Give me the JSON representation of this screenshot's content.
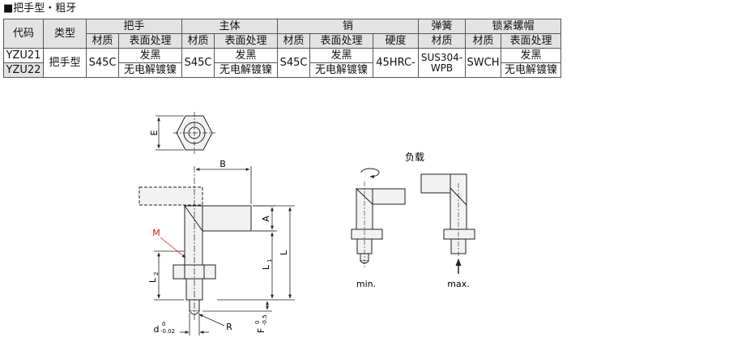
{
  "heading": "■把手型・粗牙",
  "table": {
    "group_headers": {
      "code": "代码",
      "type": "类型",
      "handle": "把手",
      "body": "主体",
      "pin": "销",
      "spring": "弹簧",
      "locknut": "锁紧螺帽"
    },
    "sub_headers": {
      "handle_material": "材质",
      "handle_surface": "表面处理",
      "body_material": "材质",
      "body_surface": "表面处理",
      "pin_material": "材质",
      "pin_surface": "表面处理",
      "pin_hardness": "硬度",
      "spring_material": "材质",
      "locknut_material": "材质",
      "locknut_surface": "表面处理"
    },
    "codes": [
      "YZU21",
      "YZU22"
    ],
    "type_value": "把手型",
    "handle_material": "S45C",
    "handle_surface": [
      "发黑",
      "无电解镀镍"
    ],
    "body_material": "S45C",
    "body_surface": [
      "发黑",
      "无电解镀镍"
    ],
    "pin_material": "S45C",
    "pin_surface": [
      "发黑",
      "无电解镀镍"
    ],
    "pin_hardness": "45HRC-",
    "spring_material": [
      "SUS304-",
      "WPB"
    ],
    "locknut_material": "SWCH",
    "locknut_surface": [
      "发黑",
      "无电解镀镍"
    ]
  },
  "drawing": {
    "dimension_labels": {
      "E": "E",
      "B": "B",
      "A": "A",
      "M": "M",
      "L": "L",
      "L1": "L",
      "L1_sub": "1",
      "L2": "L",
      "L2_sub": "2",
      "d": "d",
      "d_tol_upper": "0",
      "d_tol_lower": "-0.02",
      "R": "R",
      "F": "F",
      "F_tol_upper": "0",
      "F_tol_lower": "-0.5"
    },
    "load_title": "负载",
    "min_label": "min.",
    "max_label": "max.",
    "colors": {
      "line": "#222222",
      "part_fill": "#f2f2f2",
      "center_line": "#333333",
      "accent_red": "#d21d1d",
      "table_gray": "#e3e3e3"
    }
  }
}
